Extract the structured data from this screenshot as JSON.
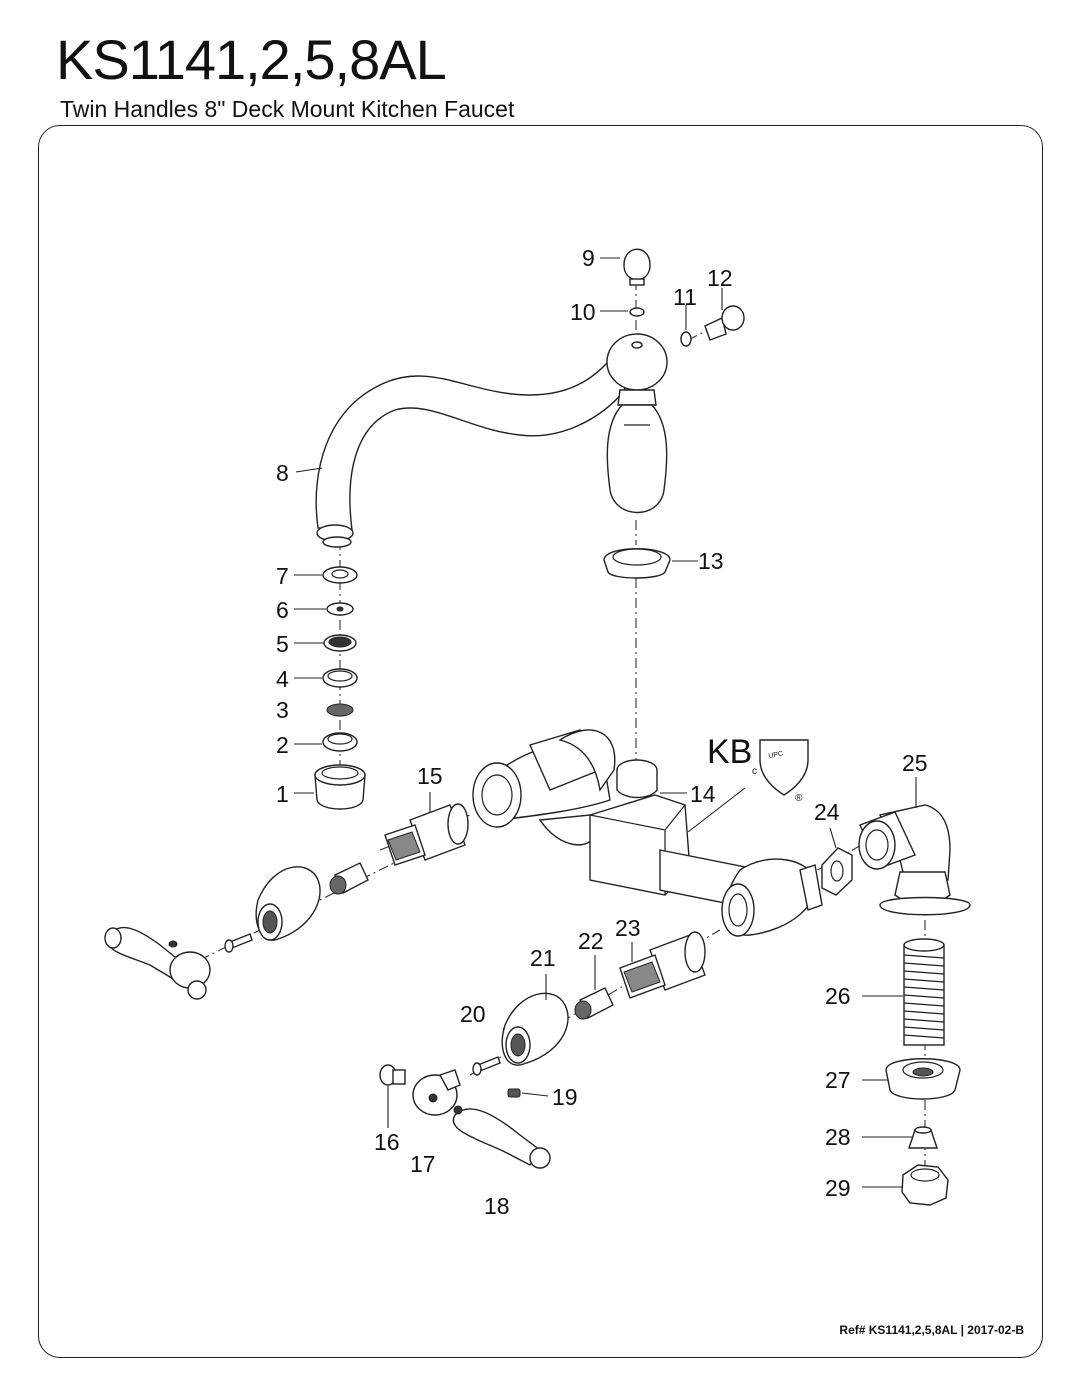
{
  "header": {
    "model": "KS1141,2,5,8AL",
    "description": "Twin Handles 8\" Deck Mount Kitchen Faucet"
  },
  "logo": {
    "brand": "KB",
    "mark": "UPC",
    "c": "c",
    "registered": "®"
  },
  "parts": [
    {
      "num": "1"
    },
    {
      "num": "2"
    },
    {
      "num": "3"
    },
    {
      "num": "4"
    },
    {
      "num": "5"
    },
    {
      "num": "6"
    },
    {
      "num": "7"
    },
    {
      "num": "8"
    },
    {
      "num": "9"
    },
    {
      "num": "10"
    },
    {
      "num": "11"
    },
    {
      "num": "12"
    },
    {
      "num": "13"
    },
    {
      "num": "14"
    },
    {
      "num": "15"
    },
    {
      "num": "16"
    },
    {
      "num": "17"
    },
    {
      "num": "18"
    },
    {
      "num": "19"
    },
    {
      "num": "20"
    },
    {
      "num": "21"
    },
    {
      "num": "22"
    },
    {
      "num": "23"
    },
    {
      "num": "24"
    },
    {
      "num": "25"
    },
    {
      "num": "26"
    },
    {
      "num": "27"
    },
    {
      "num": "28"
    },
    {
      "num": "29"
    }
  ],
  "footer": {
    "reference": "Ref# KS1141,2,5,8AL | 2017-02-B"
  }
}
